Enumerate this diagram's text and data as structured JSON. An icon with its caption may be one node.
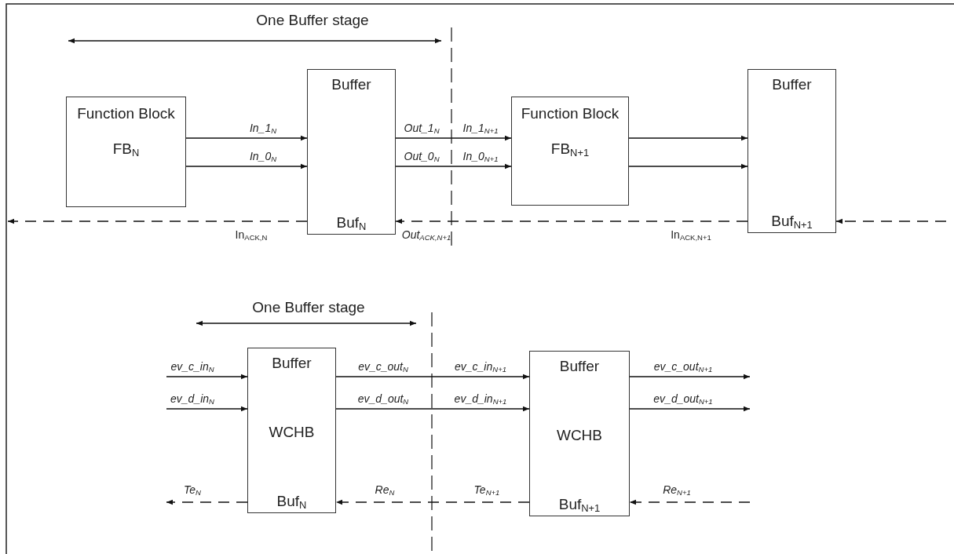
{
  "diagram": {
    "nodes": [
      {
        "text": [
          "Function Block",
          "FB$_{N}$"
        ]
      },
      {
        "text": [
          "Buffer",
          "Buf$_{N}$"
        ]
      },
      {
        "text": [
          "Function Block",
          "FB$_{N+1}$"
        ]
      },
      {
        "text": [
          "Buffer",
          "Buf$_{N+1}$"
        ]
      },
      {
        "text": [
          "Buffer",
          "WCHB",
          "Buf$_{N}$"
        ]
      },
      {
        "text": [
          "Buffer",
          "WCHB",
          "Buf$_{N+1}$"
        ]
      }
    ],
    "edges": [
      {
        "from": 0,
        "to": 1,
        "arrow": "to",
        "label": "In_1$_{N}$"
      },
      {
        "from": 0,
        "to": 1,
        "arrow": "to",
        "label": "In_0$_{N}$"
      },
      {
        "from": 1,
        "to": 2,
        "arrow": "to",
        "label": "Out_1$_{N}$"
      },
      {
        "from": 1,
        "to": 2,
        "arrow": "to",
        "label": "Out_0$_{N}$"
      },
      {
        "from": 2,
        "to": 3,
        "arrow": "to"
      },
      {
        "from": 2,
        "to": 3,
        "arrow": "to"
      },
      {
        "from": 1,
        "to": null,
        "arrow": "to",
        "style": "dashed",
        "label": "In$_{ACK,N}$"
      },
      {
        "from": 3,
        "to": 1,
        "arrow": "to",
        "style": "dashed",
        "label": "In$_{ACK,N+1}$"
      },
      {
        "from": null,
        "to": 3,
        "arrow": "to",
        "style": "dashed"
      },
      {
        "from": null,
        "to": 4,
        "arrow": "to",
        "label": "ev_c_in$_{N}$"
      },
      {
        "from": null,
        "to": 4,
        "arrow": "to",
        "label": "ev_d_in$_{N}$"
      },
      {
        "from": 4,
        "to": 5,
        "arrow": "to",
        "label": "ev_c_out$_{N}$"
      },
      {
        "from": 4,
        "to": 5,
        "arrow": "to",
        "label": "ev_d_out$_{N}$"
      },
      {
        "from": 5,
        "to": null,
        "arrow": "to",
        "label": "ev_c_out$_{N+1}$"
      },
      {
        "from": 5,
        "to": null,
        "arrow": "to",
        "label": "ev_d_out$_{N+1}$"
      },
      {
        "from": 4,
        "to": null,
        "arrow": "to",
        "style": "dashed",
        "label": "Te$_{N}$"
      },
      {
        "from": 5,
        "to": 4,
        "arrow": "to",
        "style": "dashed",
        "label": "Re$_{N}$"
      },
      {
        "from": null,
        "to": 5,
        "arrow": "to",
        "style": "dashed",
        "label": "Re$_{N+1}$"
      }
    ],
    "labels": [
      "One Buffer stage",
      "In_1$_{N+1}$",
      "In_0$_{N+1}$",
      "Out$_{ACK,N+1}$",
      "One Buffer stage",
      "ev_c_in$_{N+1}$",
      "ev_d_in$_{N+1}$",
      "Te$_{N+1}$"
    ]
  }
}
